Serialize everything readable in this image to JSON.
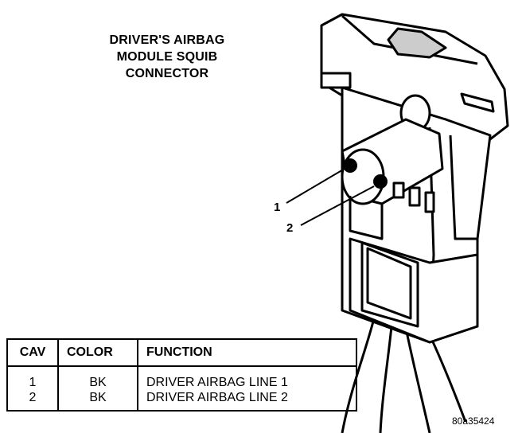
{
  "title_lines": [
    "DRIVER'S AIRBAG",
    "MODULE SQUIB",
    "CONNECTOR"
  ],
  "callouts": [
    "1",
    "2"
  ],
  "table": {
    "headers": [
      "CAV",
      "COLOR",
      "FUNCTION"
    ],
    "rows": [
      [
        "1",
        "BK",
        "DRIVER AIRBAG LINE 1"
      ],
      [
        "2",
        "BK",
        "DRIVER AIRBAG LINE 2"
      ]
    ]
  },
  "figure_id": "80a35424"
}
